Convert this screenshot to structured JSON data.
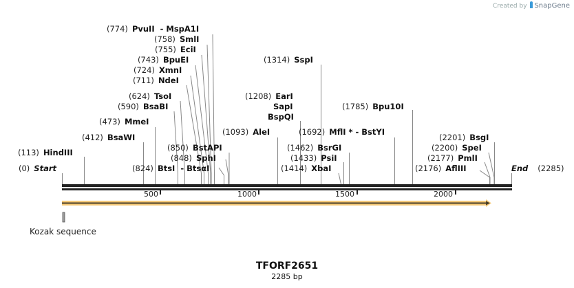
{
  "credit": {
    "prefix": "Created by",
    "brand": "SnapGene"
  },
  "sequence": {
    "name": "TFORF2651",
    "length_label": "2285 bp",
    "length": 2285
  },
  "axis": {
    "ticks": [
      {
        "value": 500,
        "label": "500"
      },
      {
        "value": 1000,
        "label": "1000"
      },
      {
        "value": 1500,
        "label": "1500"
      },
      {
        "value": 2000,
        "label": "2000"
      }
    ]
  },
  "ends": {
    "start": {
      "pos": "(0)",
      "label": "Start"
    },
    "end": {
      "pos": "(2285)",
      "label": "End"
    }
  },
  "sites": [
    {
      "pos": "(113)",
      "name": "HindIII"
    },
    {
      "pos": "(412)",
      "name": "BsaWI"
    },
    {
      "pos": "(473)",
      "name": "MmeI"
    },
    {
      "pos": "(590)",
      "name": "BsaBI"
    },
    {
      "pos": "(624)",
      "name": "TsoI"
    },
    {
      "pos": "(711)",
      "name": "NdeI"
    },
    {
      "pos": "(724)",
      "name": "XmnI"
    },
    {
      "pos": "(743)",
      "name": "BpuEI"
    },
    {
      "pos": "(755)",
      "name": "EciI"
    },
    {
      "pos": "(758)",
      "name": "SmlI"
    },
    {
      "pos": "(774)",
      "name": "PvuII  - MspA1I"
    },
    {
      "pos": "(824)",
      "name": "BtsI  - BtsαI"
    },
    {
      "pos": "(848)",
      "name": "SphI"
    },
    {
      "pos": "(850)",
      "name": "BstAPI"
    },
    {
      "pos": "(1093)",
      "name": "AleI"
    },
    {
      "pos": "(1208)",
      "name": "EarI"
    },
    {
      "pos": "",
      "name": "SapI"
    },
    {
      "pos": "",
      "name": "BspQI"
    },
    {
      "pos": "(1314)",
      "name": "SspI"
    },
    {
      "pos": "(1414)",
      "name": "XbaI"
    },
    {
      "pos": "(1433)",
      "name": "PsiI"
    },
    {
      "pos": "(1462)",
      "name": "BsrGI"
    },
    {
      "pos": "(1692)",
      "name": "MflI * - BstYI"
    },
    {
      "pos": "(1785)",
      "name": "Bpu10I"
    },
    {
      "pos": "(2176)",
      "name": "AflIII"
    },
    {
      "pos": "(2177)",
      "name": "PmlI"
    },
    {
      "pos": "(2200)",
      "name": "SpeI"
    },
    {
      "pos": "(2201)",
      "name": "BsgI"
    }
  ],
  "features": [
    {
      "name": "Kozak sequence",
      "color": "#a0a0a0"
    },
    {
      "name": "ORF arrow",
      "color": "#f5c978",
      "stroke": "#5a4a30"
    }
  ],
  "colors": {
    "backbone": "#222222",
    "site_line": "#888888",
    "orf_fill": "#f5c978",
    "orf_line": "#4a3f2a"
  }
}
